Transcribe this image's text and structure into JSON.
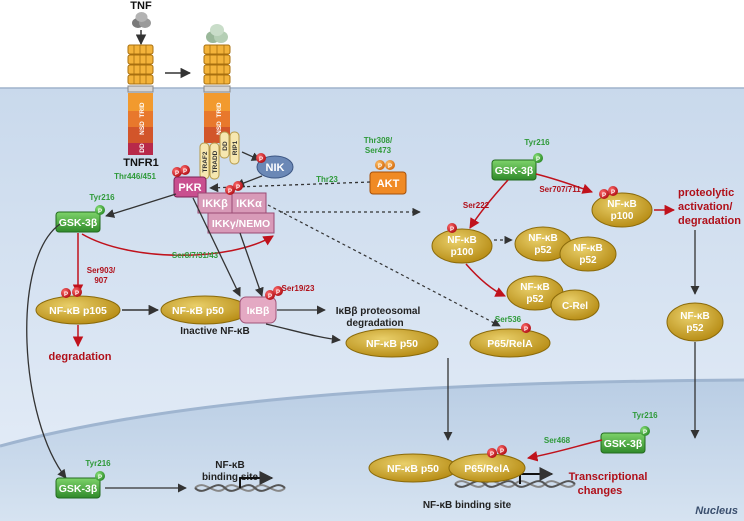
{
  "ligand": {
    "label": "TNF"
  },
  "receptor": {
    "label": "TNFR1",
    "domains": [
      "DD",
      "NSD",
      "TRID"
    ]
  },
  "adaptors": [
    "TRAF2",
    "TRADD",
    "DD",
    "RIP1"
  ],
  "kinases": {
    "nik": "NIK",
    "pkr": "PKR",
    "akt": "AKT",
    "ikk_beta": "IKKβ",
    "ikk_alpha": "IKKα",
    "ikk_gamma": "IKKγ/NEMO",
    "gsk_top": "GSK-3β",
    "gsk_left": "GSK-3β",
    "gsk_nuc_left": "GSK-3β",
    "gsk_nuc_right": "GSK-3β"
  },
  "phospho_sites": {
    "pkr": "Thr446/451",
    "akt": "Thr308/ Ser473",
    "thr23": "Thr23",
    "gsk_left": "Tyr216",
    "gsk_top": "Tyr216",
    "gsk_nuc_right": "Tyr216",
    "gsk_nuc_left": "Tyr216",
    "ser222": "Ser222",
    "ser707": "Ser707/711",
    "ser903": "Ser903/ 907",
    "ser8": "Ser8/7/31/43",
    "ser19": "Ser19/23",
    "ser536": "Ser536",
    "ser468": "Ser468",
    "p": "P"
  },
  "nfkb": {
    "p105": "NF-κB p105",
    "p50": "NF-κB p50",
    "ikb": "IκBβ",
    "inactive": "Inactive NF-κB",
    "p50_free": "NF-κB p50",
    "p65": "P65/RelA",
    "p100_a": "NF-κB p100",
    "p100_b": "NF-κB p100",
    "p52_a": "NF-κB p52",
    "p52_b": "NF-κB p52",
    "p52_crel": "NF-κB p52",
    "crel": "C-Rel",
    "p52_right": "NF-κB p52",
    "nuc_p50": "NF-κB p50",
    "nuc_p65": "P65/RelA"
  },
  "outcomes": {
    "degradation": "degradation",
    "proteolytic": "proteolytic activation/ degradation",
    "ikb_degradation": "IκBβ proteosomal degradation",
    "binding_left": "NF-κB binding site",
    "binding_right": "NF-κB  binding site",
    "transcriptional": "Transcriptional changes"
  },
  "compartments": {
    "nucleus": "Nucleus"
  },
  "colors": {
    "extracellular": "#ffffff",
    "cytoplasm": "#dbe6f2",
    "nucleus": "#c4d6ea",
    "nfkb_gold": "#c9a227",
    "gsk_green": "#4aa63c",
    "pkr_pink": "#c94f8f",
    "ikk_pink": "#d89ab8",
    "nik_blue": "#6b88b6",
    "akt_orange": "#f08a24",
    "site_green": "#2f9a3a",
    "site_red": "#b0101a"
  }
}
